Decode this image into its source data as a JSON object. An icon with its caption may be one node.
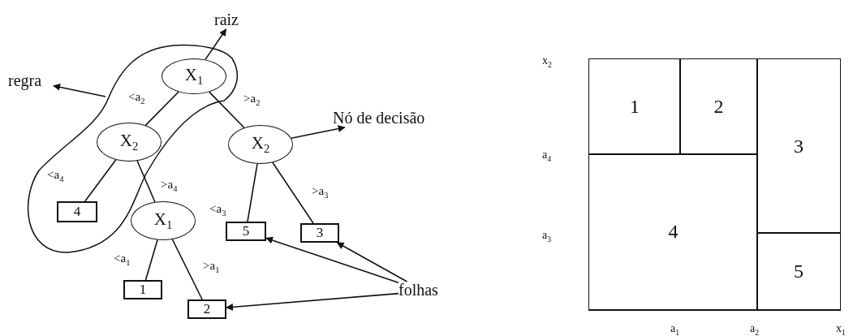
{
  "diagram": {
    "nodes": [
      {
        "text": [
          "raiz"
        ]
      },
      {
        "text": [
          "regra"
        ]
      },
      {
        "text": [],
        "shape": "cloud"
      },
      {
        "text": [
          "X$_{1}$"
        ],
        "in": 2
      },
      {
        "text": [
          "X$_{2}$"
        ],
        "in": 2
      },
      {
        "text": [
          "X$_{2}$"
        ]
      },
      {
        "text": [
          "Nó de decisão"
        ]
      },
      {
        "text": [
          "4"
        ],
        "in": 2
      },
      {
        "text": [
          "X$_{1}$"
        ]
      },
      {
        "text": [
          "5"
        ]
      },
      {
        "text": [
          "3"
        ]
      },
      {
        "text": [
          "1"
        ]
      },
      {
        "text": [
          "folhas"
        ]
      },
      {
        "text": [
          "2"
        ]
      },
      {
        "text": [
          "1"
        ]
      },
      {
        "text": [
          "2"
        ]
      },
      {
        "text": [
          "3"
        ]
      },
      {
        "text": [
          "4"
        ]
      },
      {
        "text": [
          "5"
        ]
      }
    ],
    "edges": [
      {
        "from": 3,
        "to": 0,
        "arrow": "to"
      },
      {
        "from": 2,
        "to": 1,
        "arrow": "to"
      },
      {
        "from": 3,
        "to": 4,
        "arrow": "none",
        "label": "<a$_{2}$"
      },
      {
        "from": 3,
        "to": 5,
        "arrow": "none",
        "label": ">a$_{2}$"
      },
      {
        "from": 5,
        "to": 6,
        "arrow": "to"
      },
      {
        "from": 4,
        "to": 7,
        "arrow": "none",
        "label": "<a$_{4}$"
      },
      {
        "from": 4,
        "to": 8,
        "arrow": "none",
        "label": ">a$_{4}$"
      },
      {
        "from": 5,
        "to": 9,
        "arrow": "none",
        "label": "<a$_{3}$"
      },
      {
        "from": 5,
        "to": 10,
        "arrow": "none",
        "label": ">a$_{3}$"
      },
      {
        "from": 8,
        "to": 11,
        "arrow": "none",
        "label": "<a$_{1}$"
      },
      {
        "from": 8,
        "to": 13,
        "arrow": "none",
        "label": ">a$_{1}$"
      },
      {
        "from": 12,
        "to": 9,
        "arrow": "to"
      },
      {
        "from": 12,
        "to": 10,
        "arrow": "to"
      },
      {
        "from": 12,
        "to": 13,
        "arrow": "to"
      }
    ],
    "labels": [
      "x$_{2}$",
      "a$_{4}$",
      "a$_{3}$",
      "a$_{1}$",
      "a$_{2}$",
      "x$_{1}$"
    ]
  }
}
